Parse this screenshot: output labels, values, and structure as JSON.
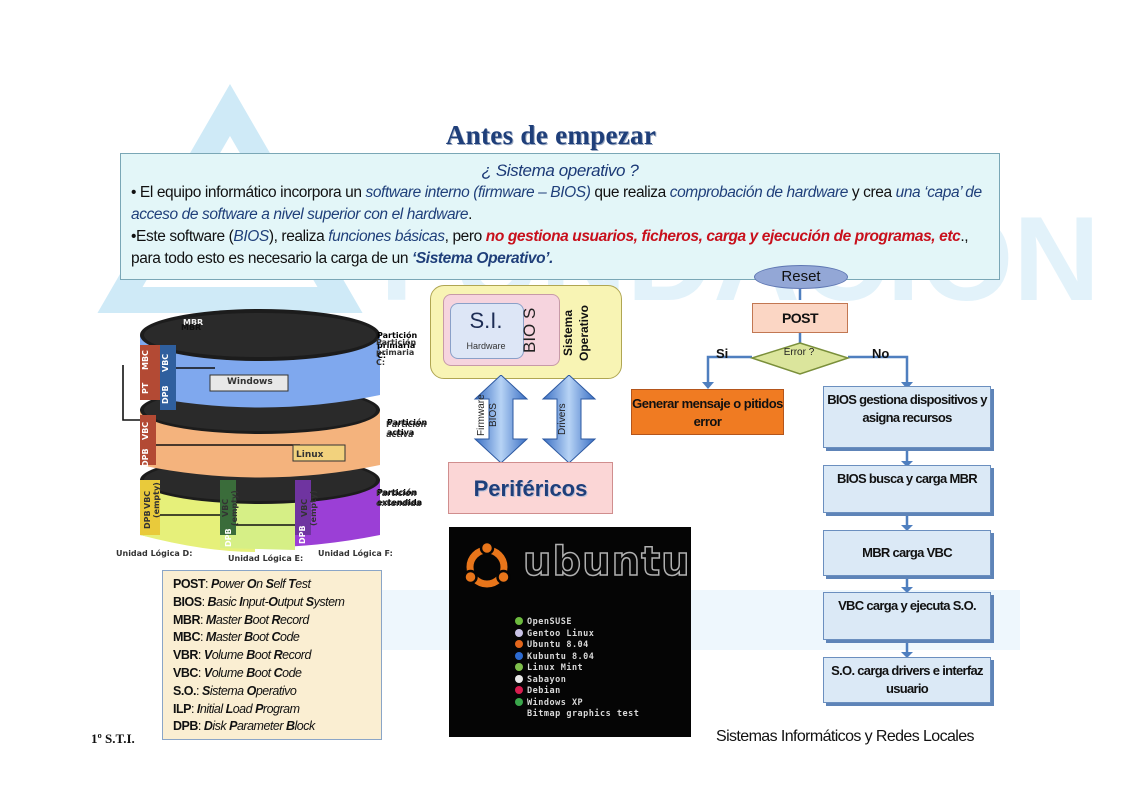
{
  "title": "Antes de empezar",
  "intro": {
    "question": "¿ Sistema operativo ?",
    "p1": {
      "a": "• El equipo informático incorpora un ",
      "b": "software interno (firmware – BIOS)",
      "c": " que realiza ",
      "d": "comprobación de hardware",
      "e": " y crea ",
      "f": "una ‘capa’ de acceso de software a nivel superior con el hardware",
      "g": "."
    },
    "p2": {
      "a": "•Este software (",
      "b": "BIOS",
      "c": "), realiza ",
      "d": "funciones básicas",
      "e": ", pero ",
      "f": "no gestiona usuarios, ficheros, carga y ejecución de programas, etc",
      "g": "., para todo esto es necesario la carga de un ",
      "h": "‘Sistema Operativo’."
    }
  },
  "disk": {
    "mbr": "MBR",
    "mbc": "MBC",
    "vbc": "VBC",
    "pt": "PT",
    "dpb": "DPB",
    "vbc_empty": "VBC (empty)",
    "windows": "Windows",
    "linux": "Linux",
    "part1": [
      "Partición",
      "primaria",
      "C:"
    ],
    "part2": [
      "Partición",
      "activa"
    ],
    "part3": [
      "Partición",
      "extendida"
    ],
    "unit_d": "Unidad Lógica D:",
    "unit_e": "Unidad Lógica E:",
    "unit_f": "Unidad Lógica F:"
  },
  "si_diagram": {
    "si": "S.I.",
    "hardware": "Hardware",
    "bios": "BIO S",
    "so": "Sistema Operativo",
    "firmware": "Firmware BIOS",
    "drivers": "Drivers",
    "perifericos": "Periféricos"
  },
  "ubuntu": {
    "logo_text": "ubuntu",
    "menu": [
      {
        "label": "OpenSUSE",
        "color": "#6cba3e"
      },
      {
        "label": "Gentoo Linux",
        "color": "#c9c3e6"
      },
      {
        "label": "Ubuntu 8.04",
        "color": "#e2661c"
      },
      {
        "label": "Kubuntu 8.04",
        "color": "#2d6bd1"
      },
      {
        "label": "Linux Mint",
        "color": "#7fbf4c"
      },
      {
        "label": "Sabayon",
        "color": "#e8e8e8"
      },
      {
        "label": "Debian",
        "color": "#d71d4f"
      },
      {
        "label": "Windows XP",
        "color": "#3aa64b"
      },
      {
        "label": "Bitmap graphics test",
        "color": ""
      }
    ]
  },
  "legend": [
    [
      "POST",
      ": ",
      "P",
      "ower ",
      "O",
      "n ",
      "S",
      "elf ",
      "T",
      "est"
    ],
    [
      "BIOS",
      ": ",
      "B",
      "asic ",
      "I",
      "nput-",
      "O",
      "utput ",
      "S",
      "ystem"
    ],
    [
      "MBR",
      ": ",
      "M",
      "aster ",
      "B",
      "oot ",
      "R",
      "ecord",
      "",
      ""
    ],
    [
      "MBC",
      ": ",
      "M",
      "aster ",
      "B",
      "oot ",
      "C",
      "ode",
      "",
      ""
    ],
    [
      "VBR",
      ": ",
      "V",
      "olume ",
      "B",
      "oot ",
      "R",
      "ecord",
      "",
      ""
    ],
    [
      "VBC",
      ": ",
      "V",
      "olume ",
      "B",
      "oot ",
      "C",
      "ode",
      "",
      ""
    ],
    [
      "S.O.",
      ": ",
      "S",
      "istema ",
      "O",
      "perativo",
      "",
      "",
      "",
      ""
    ],
    [
      "ILP",
      ": ",
      "I",
      "nitial ",
      "L",
      "oad ",
      "P",
      "rogram",
      "",
      ""
    ],
    [
      "DPB",
      ": ",
      "D",
      "isk ",
      "P",
      "arameter ",
      "B",
      "lock",
      "",
      ""
    ]
  ],
  "flow": {
    "reset": "Reset",
    "post": "POST",
    "error": "Error ?",
    "yes": "Si",
    "no": "No",
    "error_msg": "Generar mensaje o pitidos error",
    "steps": [
      "BIOS gestiona dispositivos y asigna recursos",
      "BIOS busca y carga MBR",
      "MBR carga VBC",
      "VBC carga y ejecuta S.O.",
      "S.O. carga drivers e interfaz usuario"
    ]
  },
  "footer": {
    "course": "1º S.T.I.",
    "subject": "Sistemas Informáticos y Redes Locales"
  },
  "colors": {
    "title": "#1f3f7a",
    "red": "#c8101c",
    "orange": "#f07b22",
    "flowbox": "#dbe9f6",
    "watermark": "#c9e7f6"
  }
}
